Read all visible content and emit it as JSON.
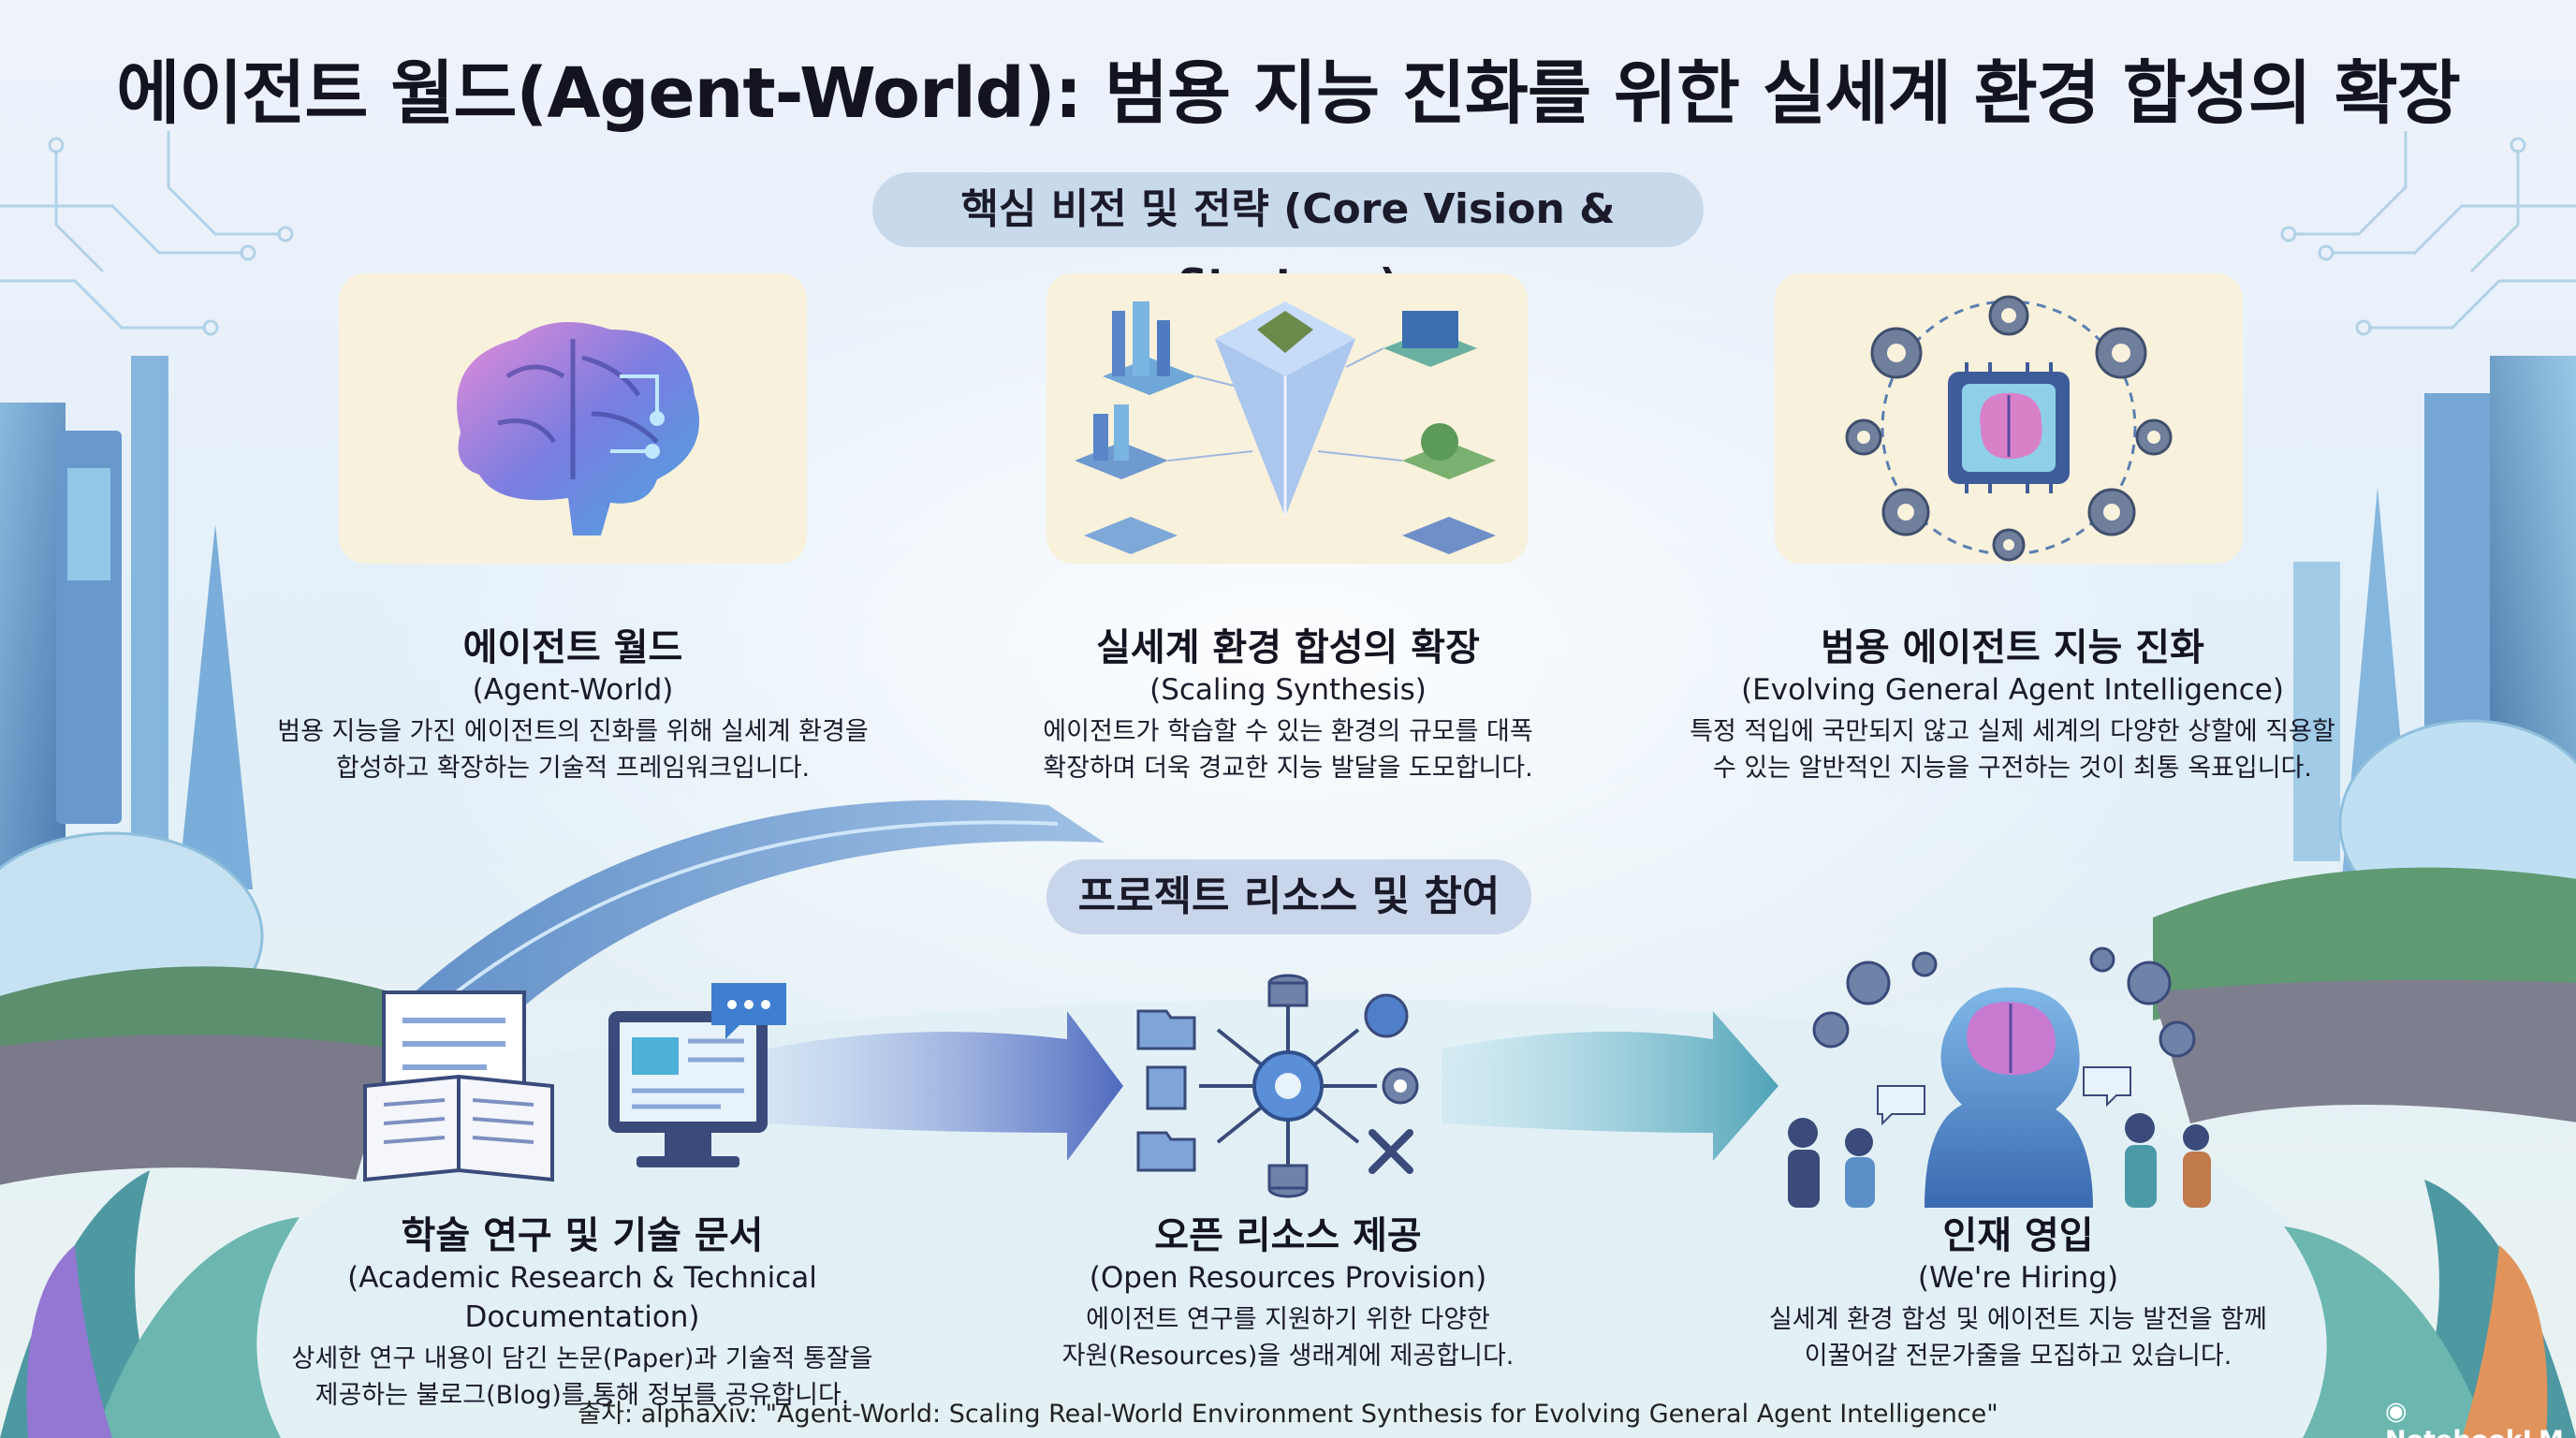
{
  "title": "에이전트 월드(Agent-World): 범용 지능 진화를 위한 실세계 환경 합성의 확장",
  "sections": {
    "core": "핵심 비전 및 전략 (Core Vision & Strategy)",
    "resources": "프로젝트 리소스 및 참여"
  },
  "top_items": [
    {
      "icon": "brain-icon",
      "title": "에이전트 월드",
      "subtitle": "(Agent-World)",
      "desc_line1": "범용 지능을 가진 에이전트의 진화를 위해 실세계 환경을",
      "desc_line2": "합성하고 확장하는 기술적 프레임워크입니다."
    },
    {
      "icon": "world-synthesis-icon",
      "title": "실세계 환경 합성의 확장",
      "subtitle": "(Scaling Synthesis)",
      "desc_line1": "에이전트가 학습할 수 있는 환경의 규모를 대폭",
      "desc_line2": "확장하며 더욱 경교한 지능 발달을 도모합니다."
    },
    {
      "icon": "chip-gears-icon",
      "title": "범용 에이전트 지능 진화",
      "subtitle": "(Evolving General Agent Intelligence)",
      "desc_line1": "특정 적입에 국만되지 않고 실제 세계의 다양한 상할에 직용할",
      "desc_line2": "수 있는 알반적인 지능을 구전하는 것이 최통 옥표입니다."
    }
  ],
  "bottom_items": [
    {
      "icon": "book-monitor-icon",
      "title": "학술 연구 및 기술 문서",
      "subtitle": "(Academic Research & Technical Documentation)",
      "desc_line1": "상세한 연구 내용이 담긴 논문(Paper)과 기술적 통잘을",
      "desc_line2": "제공하는 불로그(Blog)를 통해 정보를 공유합니다."
    },
    {
      "icon": "network-hub-icon",
      "title": "오픈 리소스 제공",
      "subtitle": "(Open Resources Provision)",
      "desc_line1": "에이전트 연구를 지원하기 위한 다양한",
      "desc_line2": "자원(Resources)을 생래계에 제공합니다."
    },
    {
      "icon": "hiring-team-icon",
      "title": "인재 영입",
      "subtitle": "(We're Hiring)",
      "desc_line1": "실세계 환경 합성 및 에이전트 지능 발전을 함께",
      "desc_line2": "이꿀어갈 전문가줄을 모집하고 있습니다."
    }
  ],
  "footer": "출차: alphaXiv: \"Agent-World: Scaling Real-World Environment Synthesis for Evolving General Agent Intelligence\"",
  "brand": "NotebookLM",
  "colors": {
    "pill": "#c9d9ec",
    "card": "#f8f1dc",
    "accent_blue": "#4a7fd0",
    "accent_purple": "#8a5cd0"
  }
}
